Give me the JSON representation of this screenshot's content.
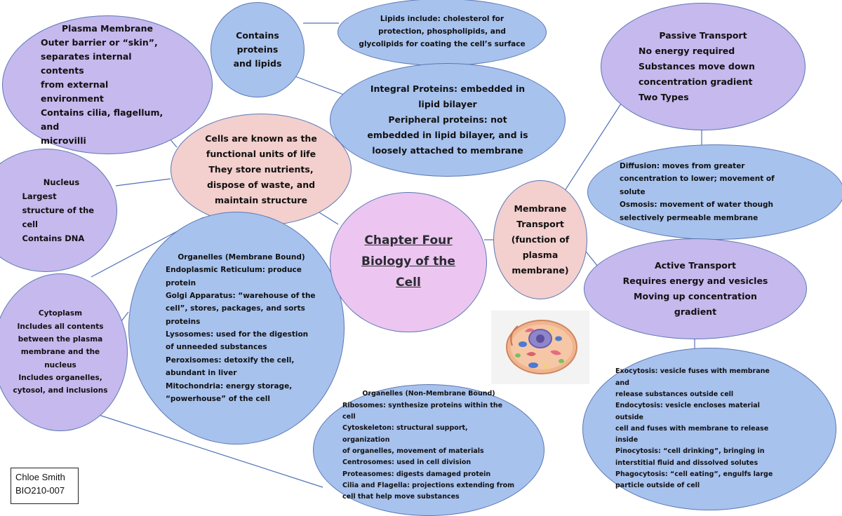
{
  "center": {
    "lines": [
      "Chapter Four",
      "Biology of the",
      "Cell"
    ]
  },
  "plasma_membrane": {
    "title": "Plasma Membrane",
    "lines": [
      "Outer barrier or “skin”,",
      "separates internal contents",
      "from external environment",
      "Contains cilia, flagellum, and",
      "microvilli"
    ]
  },
  "contains": {
    "lines": [
      "Contains",
      "proteins",
      "and lipids"
    ]
  },
  "lipids": {
    "lines": [
      "Lipids include: cholesterol for",
      "protection, phospholipids, and",
      "glycolipids for coating the cell’s surface"
    ]
  },
  "proteins": {
    "lines": [
      "Integral Proteins: embedded in",
      "lipid bilayer",
      "Peripheral proteins: not",
      "embedded in lipid bilayer, and is",
      "loosely attached to membrane"
    ]
  },
  "cells": {
    "lines": [
      "Cells are known as the",
      "functional units of life",
      "They store nutrients,",
      "dispose of waste, and",
      "maintain structure"
    ]
  },
  "nucleus": {
    "lines": [
      "Nucleus",
      "Largest",
      "structure of the",
      "cell",
      "Contains DNA"
    ]
  },
  "organelles_mb": {
    "title": "Organelles (Membrane Bound)",
    "lines": [
      "Endoplasmic Reticulum: produce",
      "protein",
      "Golgi Apparatus: “warehouse of the",
      "cell”, stores, packages, and sorts",
      "proteins",
      "Lysosomes: used for the digestion",
      "of unneeded substances",
      "Peroxisomes: detoxify the cell,",
      "abundant in liver",
      "Mitochondria: energy storage,",
      "“powerhouse” of the cell"
    ]
  },
  "cytoplasm": {
    "lines": [
      "Cytoplasm",
      "Includes all contents",
      "between the plasma",
      "membrane and the",
      "nucleus",
      "Includes organelles,",
      "cytosol, and inclusions"
    ]
  },
  "organelles_nmb": {
    "title": "Organelles (Non-Membrane Bound)",
    "lines": [
      "Ribosomes: synthesize proteins within the cell",
      "Cytoskeleton: structural support, organization",
      "of organelles, movement of materials",
      "Centrosomes: used in cell division",
      "Proteasomes: digests damaged protein",
      "Cilia and Flagella: projections extending from",
      "cell that help move substances"
    ]
  },
  "membrane_transport": {
    "lines": [
      "Membrane",
      "Transport",
      "(function of",
      "plasma",
      "membrane)"
    ]
  },
  "passive": {
    "title": "Passive Transport",
    "lines": [
      "No energy required",
      "Substances move down",
      "concentration gradient",
      "Two Types"
    ]
  },
  "diffusion": {
    "lines": [
      "Diffusion: moves from greater",
      "concentration to lower; movement of",
      "solute",
      "Osmosis: movement of water though",
      "selectively permeable membrane"
    ]
  },
  "active": {
    "lines": [
      "Active Transport",
      "Requires energy and vesicles",
      "Moving up concentration",
      "gradient"
    ]
  },
  "exo": {
    "lines": [
      "Exocytosis: vesicle fuses with membrane and",
      "release substances outside cell",
      "Endocytosis: vesicle encloses material outside",
      "cell and fuses with membrane to release",
      "inside",
      "Pinocytosis: “cell drinking”, bringing in",
      "interstitial fluid and dissolved solutes",
      "Phagocytosis: “cell eating”, engulfs large",
      "particle outside of cell"
    ]
  },
  "author": {
    "name": "Chloe Smith",
    "course": "BIO210-007"
  },
  "colors": {
    "purple": "#c6b9ee",
    "blue": "#a8c2ee",
    "pink": "#f3cfcd",
    "center": "#ecc6f0",
    "outline": "#5b78b4",
    "connector": "#4f72b8"
  },
  "image": {
    "icon": "animal-cell-illustration"
  }
}
